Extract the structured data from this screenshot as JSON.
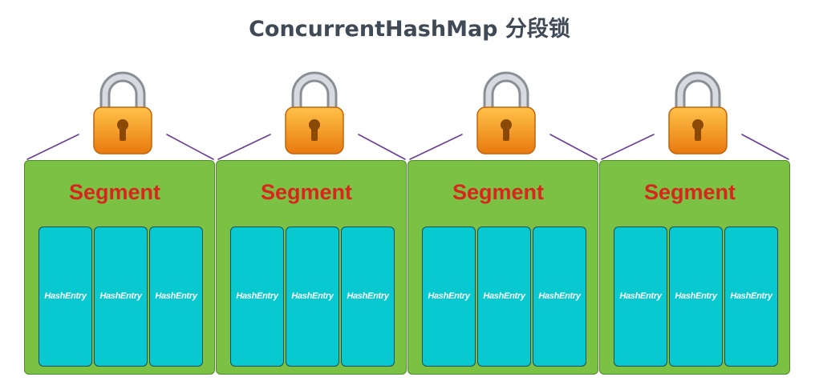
{
  "title": "ConcurrentHashMap 分段锁",
  "segments": [
    {
      "label": "Segment",
      "entries": [
        "HashEntry",
        "HashEntry",
        "HashEntry"
      ]
    },
    {
      "label": "Segment",
      "entries": [
        "HashEntry",
        "HashEntry",
        "HashEntry"
      ]
    },
    {
      "label": "Segment",
      "entries": [
        "HashEntry",
        "HashEntry",
        "HashEntry"
      ]
    },
    {
      "label": "Segment",
      "entries": [
        "HashEntry",
        "HashEntry",
        "HashEntry"
      ]
    }
  ],
  "icons": {
    "lock": "padlock-icon"
  },
  "colors": {
    "segment_fill": "#7bc143",
    "entry_fill": "#08c8d0",
    "segment_text": "#d8261c",
    "lock_body": "#f39a1b",
    "connector": "#6a3d9a"
  }
}
